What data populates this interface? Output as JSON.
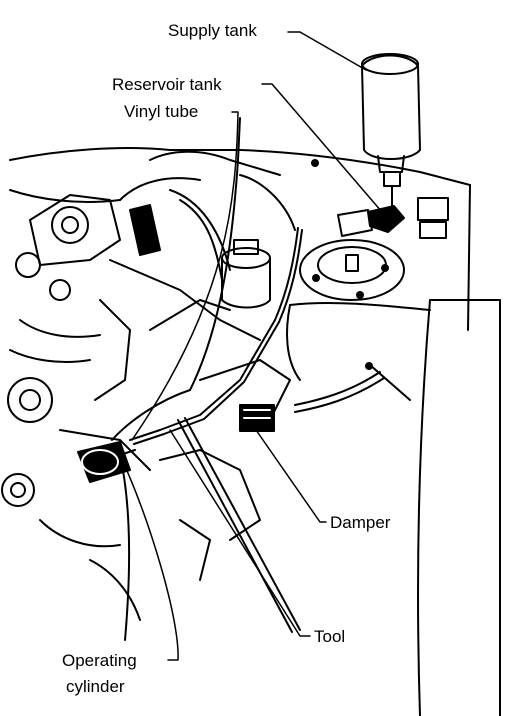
{
  "labels": {
    "supply_tank": "Supply tank",
    "reservoir_tank": "Reservoir tank",
    "vinyl_tube": "Vinyl tube",
    "damper": "Damper",
    "tool": "Tool",
    "operating_cylinder_line1": "Operating",
    "operating_cylinder_line2": "cylinder"
  }
}
